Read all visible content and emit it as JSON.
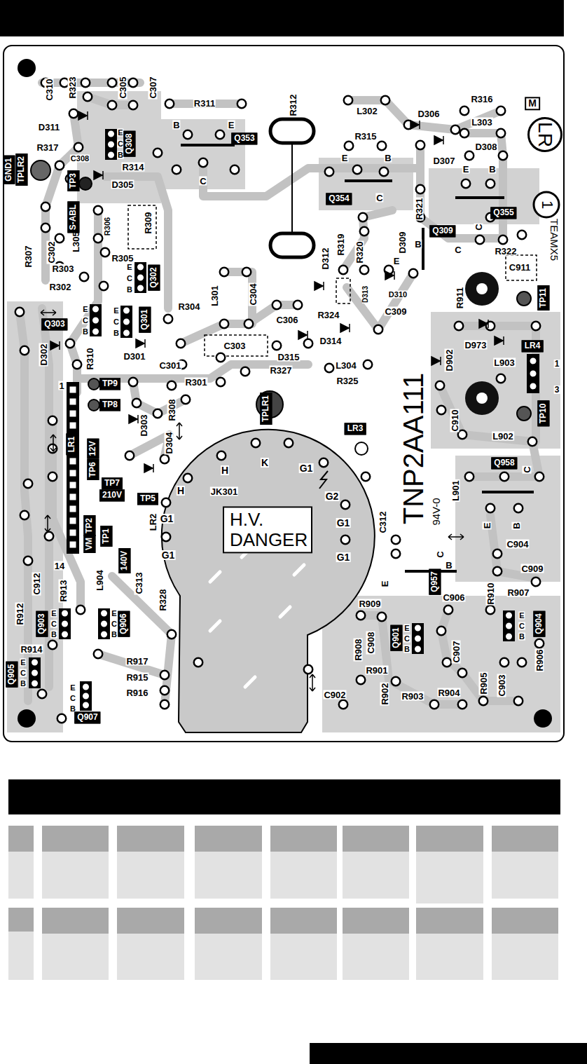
{
  "diagram": {
    "nodes": [
      {
        "text": [
          "M"
        ]
      },
      {
        "text": [
          "LR"
        ]
      },
      {
        "text": [
          "1"
        ]
      },
      {
        "text": [
          "Q353"
        ]
      },
      {
        "text": [
          "Q308"
        ]
      },
      {
        "text": [
          "GND1"
        ]
      },
      {
        "text": [
          "TPLR2"
        ]
      },
      {
        "text": [
          "TP3"
        ]
      },
      {
        "text": [
          "Q354"
        ]
      },
      {
        "text": [
          "S-ABL"
        ]
      },
      {
        "text": [
          "Q355"
        ]
      },
      {
        "text": [
          "Q309"
        ]
      },
      {
        "text": [
          "Q302"
        ]
      },
      {
        "text": [
          "Q303"
        ]
      },
      {
        "text": [
          "Q301"
        ]
      },
      {
        "text": [
          "TP11"
        ]
      },
      {
        "text": [
          "LR4"
        ]
      },
      {
        "text": [
          "TP9"
        ]
      },
      {
        "text": [
          "TP8"
        ]
      },
      {
        "text": [
          "TPLR1"
        ]
      },
      {
        "text": [
          "TP10"
        ]
      },
      {
        "text": [
          "LR1"
        ]
      },
      {
        "text": [
          "12V"
        ]
      },
      {
        "text": [
          "TP6"
        ]
      },
      {
        "text": [
          "TP7"
        ]
      },
      {
        "text": [
          "210V"
        ]
      },
      {
        "text": [
          "TP5"
        ]
      },
      {
        "text": [
          "LR3"
        ]
      },
      {
        "text": [
          "Q958"
        ]
      },
      {
        "text": [
          "H.V. DANGER"
        ]
      },
      {
        "text": [
          "TP2"
        ]
      },
      {
        "text": [
          "VM"
        ]
      },
      {
        "text": [
          "TP1"
        ]
      },
      {
        "text": [
          "140V"
        ]
      },
      {
        "text": [
          "Q957"
        ]
      },
      {
        "text": [
          "Q903"
        ]
      },
      {
        "text": [
          "Q906"
        ]
      },
      {
        "text": [
          "Q904"
        ]
      },
      {
        "text": [
          "Q901"
        ]
      },
      {
        "text": [
          "Q905"
        ]
      },
      {
        "text": [
          "Q907"
        ]
      }
    ],
    "labels": [
      "C310",
      "R323",
      "C305",
      "C307",
      "R311",
      "B",
      "E",
      "C",
      "R312",
      "L302",
      "D306",
      "R316",
      "L303",
      "R315",
      "E",
      "B",
      "D307",
      "D308",
      "E",
      "B",
      "C",
      "R321",
      "C",
      "D311",
      "R317",
      "C308",
      "R314",
      "E",
      "C",
      "B",
      "D305",
      "L305",
      "R306",
      "R309",
      "R307",
      "C302",
      "R305",
      "E",
      "C",
      "B",
      "R303",
      "R302",
      "R304",
      "L301",
      "C304",
      "E",
      "C",
      "B",
      "E",
      "C",
      "B",
      "D302",
      "R310",
      "D301",
      "C301",
      "C306",
      "C303",
      "D315",
      "R301",
      "R327",
      "L304",
      "R325",
      "D314",
      "R324",
      "D312",
      "R319",
      "R320",
      "D313",
      "D309",
      "B",
      "E",
      "C",
      "D310",
      "C309",
      "R322",
      "C911",
      "TEAMX5",
      "R911",
      "D973",
      "D902",
      "L903",
      "1",
      "3",
      "C910",
      "L902",
      "C",
      "TNP2AA111",
      "94V-0",
      "L901",
      "E",
      "B",
      "C904",
      "C312",
      "C",
      "B",
      "E",
      "C909",
      "R907",
      "R910",
      "E",
      "C",
      "B",
      "R906",
      "C906",
      "R909",
      "R908",
      "C908",
      "E",
      "C",
      "B",
      "C907",
      "R901",
      "R902",
      "R903",
      "R904",
      "R905",
      "C903",
      "C902",
      "1",
      "D303",
      "R308",
      "D304",
      "H",
      "K",
      "G1",
      "G2",
      "H",
      "JK301",
      "G1",
      "LR2",
      "G1",
      "G1",
      "G1",
      "14",
      "L904",
      "C313",
      "R328",
      "C912",
      "R913",
      "R912",
      "E",
      "C",
      "B",
      "E",
      "C",
      "B",
      "R914",
      "E",
      "C",
      "B",
      "R917",
      "R915",
      "R916",
      "E",
      "C",
      "B"
    ]
  }
}
